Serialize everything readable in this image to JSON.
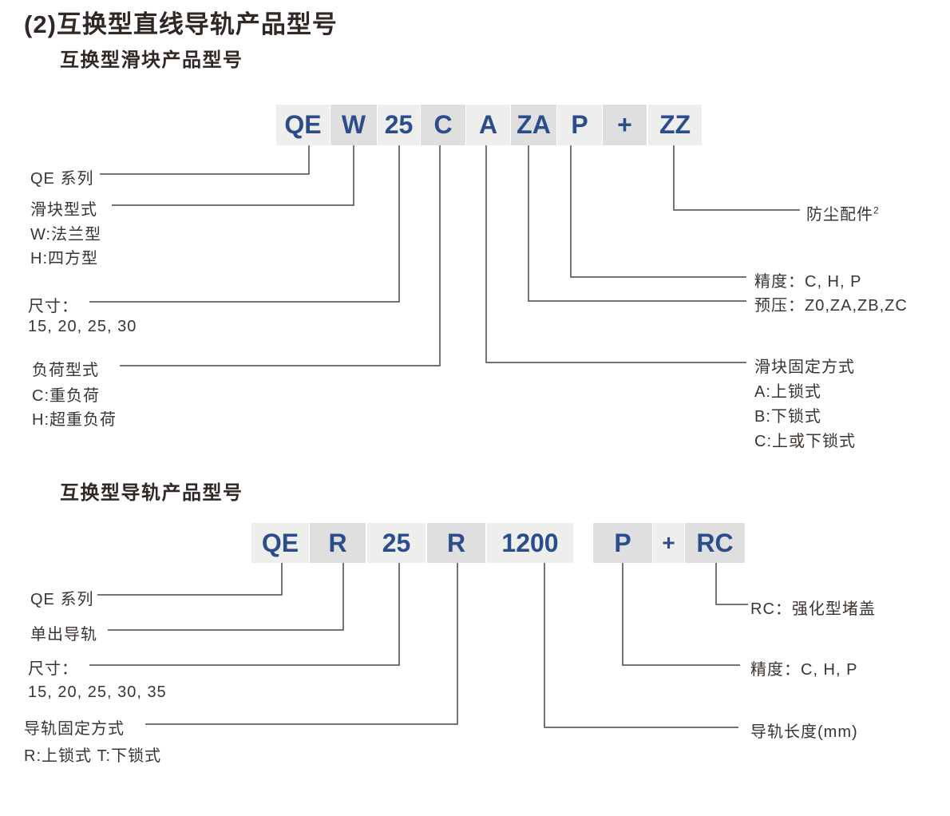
{
  "colors": {
    "title": "#2f2824",
    "text": "#3b3531",
    "line": "#4c4540",
    "navy": "#2b4d8c",
    "light": "#eeeeed",
    "dark": "#dedfde"
  },
  "title": "(2)互换型直线导轨产品型号",
  "diagram1": {
    "subtitle": "互换型滑块产品型号",
    "segments": [
      {
        "text": "QE"
      },
      {
        "text": "W"
      },
      {
        "text": "25"
      },
      {
        "text": "C"
      },
      {
        "text": "A"
      },
      {
        "text": "ZA"
      },
      {
        "text": "P"
      },
      {
        "text": "+"
      },
      {
        "text": "ZZ"
      }
    ],
    "labels": {
      "series": "QE 系列",
      "slider_type": "滑块型式",
      "slider_type_w": "W:法兰型",
      "slider_type_h": "H:四方型",
      "size": "尺寸：",
      "size_values": "15, 20, 25, 30",
      "load_type": "负荷型式",
      "load_c": "C:重负荷",
      "load_h": "H:超重负荷",
      "dust": "防尘配件",
      "dust_sup": "2",
      "accuracy": "精度：C, H, P",
      "preload": "预压：Z0,ZA,ZB,ZC",
      "fixing": "滑块固定方式",
      "fixing_a": "A:上锁式",
      "fixing_b": "B:下锁式",
      "fixing_c": "C:上或下锁式"
    }
  },
  "diagram2": {
    "subtitle": "互换型导轨产品型号",
    "segments": [
      {
        "text": "QE"
      },
      {
        "text": "R"
      },
      {
        "text": "25"
      },
      {
        "text": "R"
      },
      {
        "text": "1200"
      },
      {
        "text": "P"
      },
      {
        "text": "+"
      },
      {
        "text": "RC"
      }
    ],
    "labels": {
      "series": "QE 系列",
      "rail": "单出导轨",
      "size": "尺寸：",
      "size_values": "15, 20, 25, 30, 35",
      "fixing": "导轨固定方式",
      "fixing_options": "R:上锁式  T:下锁式",
      "rc": "RC：强化型堵盖",
      "accuracy": "精度：C, H, P",
      "length": "导轨长度(mm)"
    }
  }
}
